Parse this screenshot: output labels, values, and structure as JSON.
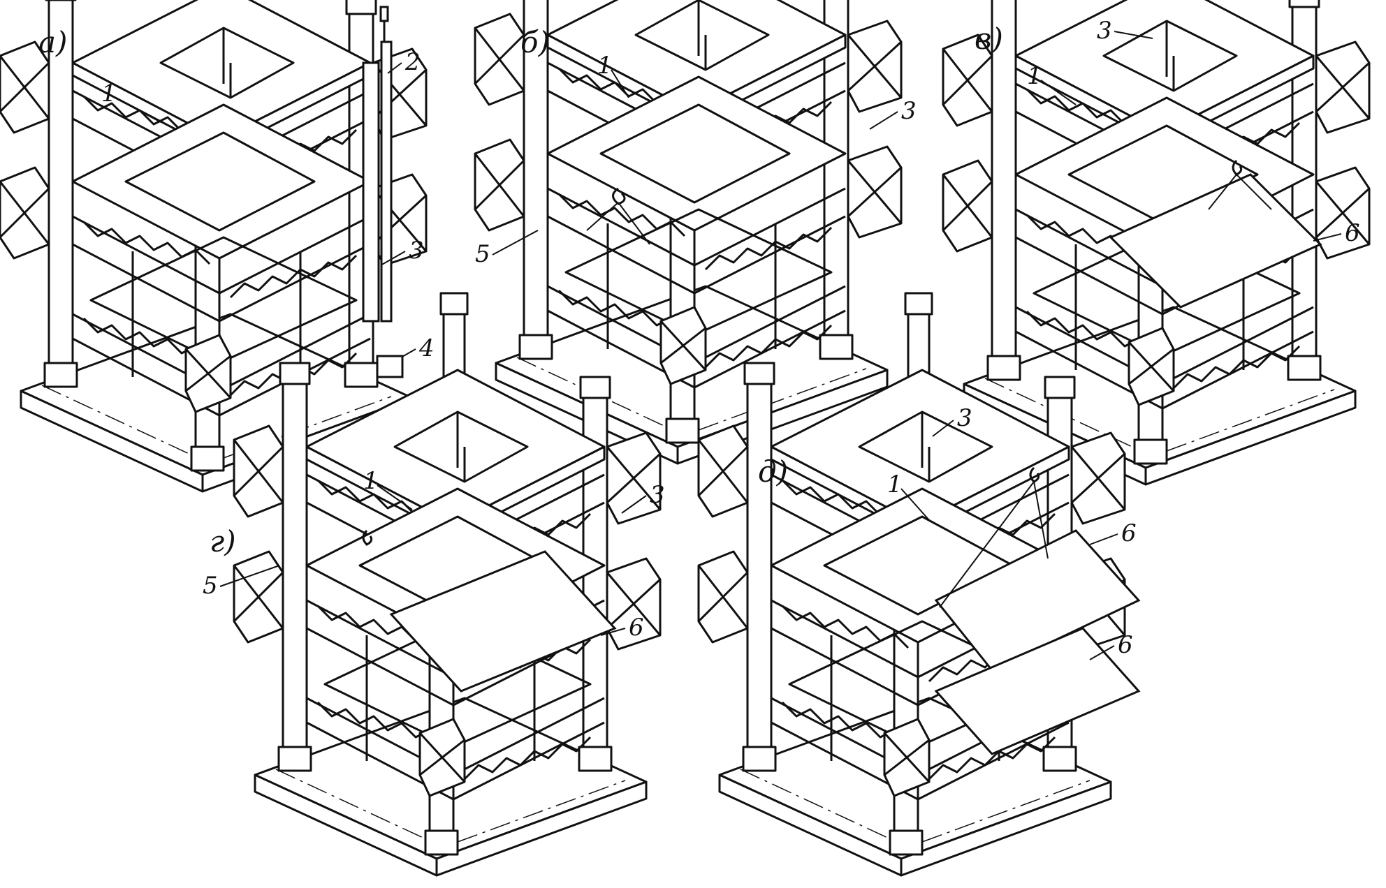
{
  "panels": [
    {
      "id": "a",
      "letter": "а)",
      "labels": {
        "l1": "1",
        "l2": "2",
        "l3": "3",
        "l4": "4"
      }
    },
    {
      "id": "b",
      "letter": "б)",
      "labels": {
        "l1": "1",
        "l3": "3",
        "l5": "5"
      }
    },
    {
      "id": "v",
      "letter": "в)",
      "labels": {
        "l1": "1",
        "l3": "3",
        "l6": "6"
      }
    },
    {
      "id": "g",
      "letter": "г)",
      "labels": {
        "l1": "1",
        "l3": "3",
        "l5": "5",
        "l6": "6"
      }
    },
    {
      "id": "d",
      "letter": "д)",
      "labels": {
        "l1": "1",
        "l3": "3",
        "l6a": "6",
        "l6b": "6"
      }
    }
  ]
}
